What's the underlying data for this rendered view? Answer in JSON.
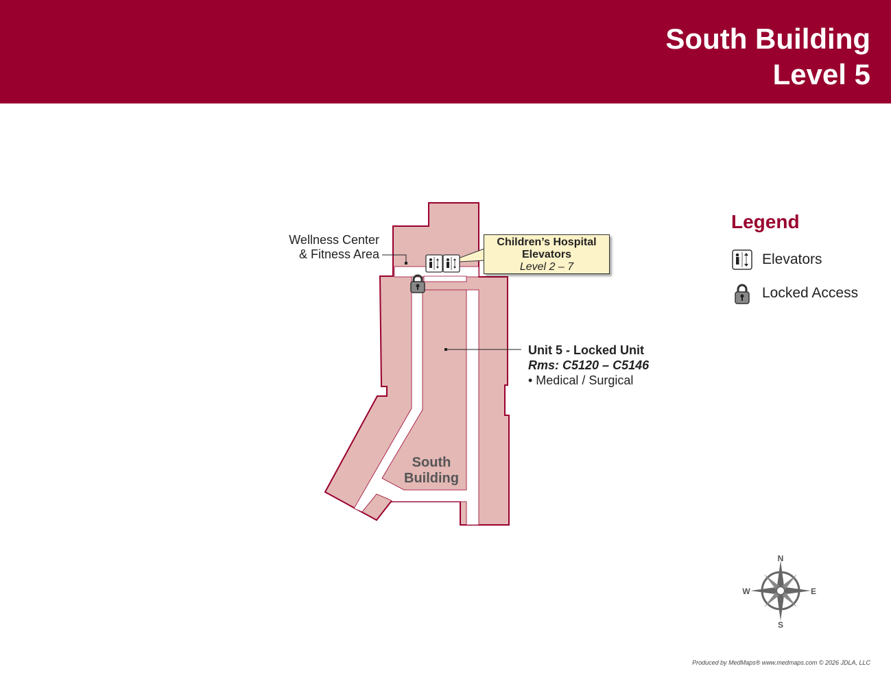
{
  "header": {
    "title_line1": "South Building",
    "title_line2": "Level 5",
    "color": "#99002e"
  },
  "map": {
    "building_fill": "#e3b8b5",
    "building_stroke": "#99002e",
    "corridor_fill": "#ffffff",
    "building_label": "South\nBuilding",
    "wellness_label": "Wellness Center\n& Fitness Area",
    "unit5": {
      "title": "Unit 5 - Locked Unit",
      "rooms": "Rms: C5120 – C5146",
      "services": "• Medical / Surgical"
    },
    "elevator_callout": {
      "title": "Children’s Hospital\nElevators",
      "subtitle": "Level 2 – 7",
      "background": "#fdf3c8"
    },
    "icons": [
      "elevator-icon",
      "lock-icon"
    ]
  },
  "legend": {
    "title": "Legend",
    "items": [
      {
        "label": "Elevators",
        "icon": "elevator-icon"
      },
      {
        "label": "Locked Access",
        "icon": "lock-icon"
      }
    ]
  },
  "compass": {
    "n": "N",
    "s": "S",
    "e": "E",
    "w": "W"
  },
  "credit": "Produced by MedMaps®  www.medmaps.com   © 2026 JDLA, LLC"
}
